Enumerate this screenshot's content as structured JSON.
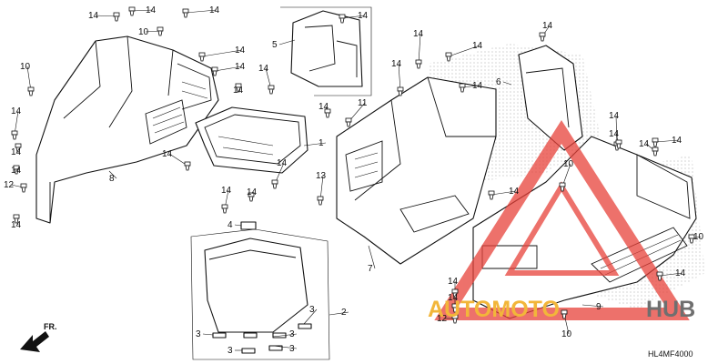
{
  "diagram": {
    "code": "HL4MF4000",
    "front_label": "FR.",
    "watermark": {
      "part_a": "AUTOMOTO",
      "part_b": "HUB"
    },
    "callouts": [
      {
        "n": "14"
      },
      {
        "n": "14"
      },
      {
        "n": "14"
      },
      {
        "n": "10"
      },
      {
        "n": "14"
      },
      {
        "n": "14"
      },
      {
        "n": "10"
      },
      {
        "n": "14"
      },
      {
        "n": "14"
      },
      {
        "n": "14"
      },
      {
        "n": "14"
      },
      {
        "n": "12"
      },
      {
        "n": "14"
      },
      {
        "n": "8"
      },
      {
        "n": "14"
      },
      {
        "n": "5"
      },
      {
        "n": "14"
      },
      {
        "n": "14"
      },
      {
        "n": "14"
      },
      {
        "n": "14"
      },
      {
        "n": "11"
      },
      {
        "n": "1"
      },
      {
        "n": "14"
      },
      {
        "n": "14"
      },
      {
        "n": "14"
      },
      {
        "n": "13"
      },
      {
        "n": "4"
      },
      {
        "n": "14"
      },
      {
        "n": "14"
      },
      {
        "n": "14"
      },
      {
        "n": "7"
      },
      {
        "n": "14"
      },
      {
        "n": "14"
      },
      {
        "n": "6"
      },
      {
        "n": "14"
      },
      {
        "n": "14"
      },
      {
        "n": "14"
      },
      {
        "n": "14"
      },
      {
        "n": "10"
      },
      {
        "n": "14"
      },
      {
        "n": "10"
      },
      {
        "n": "14"
      },
      {
        "n": "14"
      },
      {
        "n": "12"
      },
      {
        "n": "9"
      },
      {
        "n": "10"
      },
      {
        "n": "2"
      },
      {
        "n": "3"
      },
      {
        "n": "3"
      },
      {
        "n": "3"
      },
      {
        "n": "3"
      },
      {
        "n": "3"
      }
    ]
  }
}
